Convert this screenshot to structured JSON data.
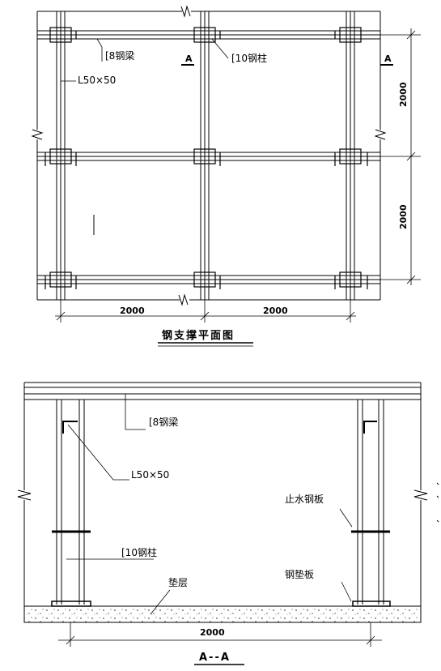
{
  "plan": {
    "title": "钢支撑平面图",
    "section_marker_left": "A",
    "section_marker_right": "A",
    "labels": {
      "beam": "[8钢梁",
      "column": "[10钢柱",
      "angle": "L50×50"
    },
    "dims": {
      "horizontal_left": "2000",
      "horizontal_right": "2000",
      "vertical_top": "2000",
      "vertical_bottom": "2000"
    }
  },
  "section": {
    "title": "A--A",
    "labels": {
      "beam": "[8钢梁",
      "angle": "L50×50",
      "waterstop": "止水钢板",
      "column": "[10钢柱",
      "cushion": "垫层",
      "pad_plate": "钢垫板"
    },
    "dims": {
      "span": "2000"
    }
  }
}
